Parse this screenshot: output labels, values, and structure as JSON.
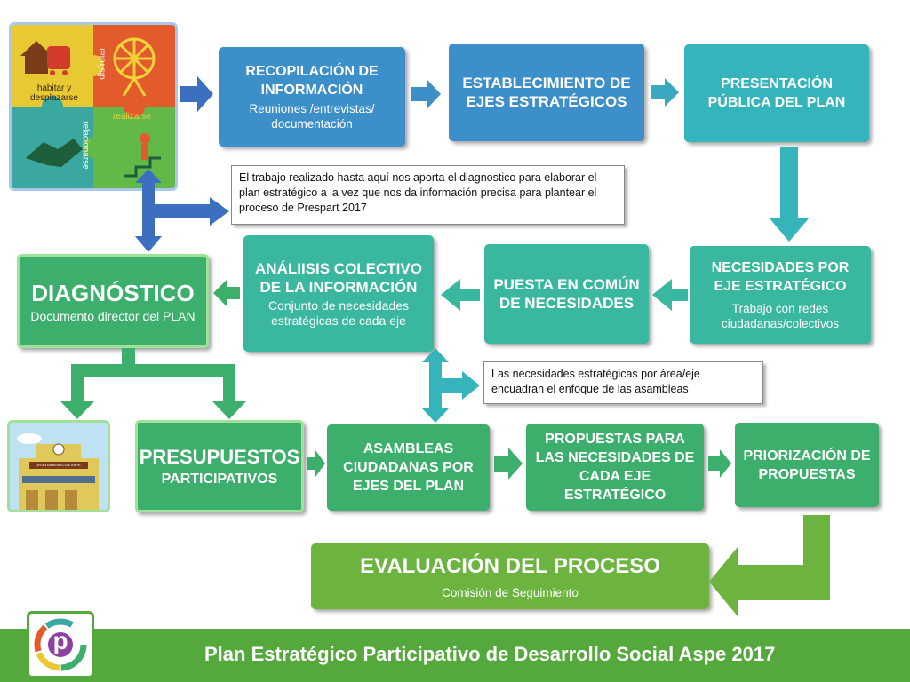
{
  "puzzle": {
    "labels": [
      "habitar y desplazarse",
      "disfrutar",
      "realizarse",
      "relacionarse"
    ],
    "colors": [
      "#e8c933",
      "#e35a2d",
      "#3aa8a0",
      "#63b947",
      "#ffffff"
    ]
  },
  "row1": [
    {
      "title": "RECOPILACIÓN DE INFORMACIÓN",
      "sub": "Reuniones /entrevistas/ documentación"
    },
    {
      "title": "ESTABLECIMIENTO DE EJES ESTRATÉGICOS"
    },
    {
      "title": "PRESENTACIÓN PÚBLICA DEL PLAN"
    }
  ],
  "note1": "El trabajo realizado hasta aquí nos aporta el diagnostico para elaborar el plan estratégico a la vez que nos da información precisa para plantear el proceso de Prespart 2017",
  "row2": {
    "diagnostico": {
      "title": "DIAGNÓSTICO",
      "sub": "Documento director del PLAN"
    },
    "analisis": {
      "title": "ANÁLIISIS COLECTIVO DE LA INFORMACIÓN",
      "sub": "Conjunto de necesidades estratégicas de cada eje"
    },
    "puesta": {
      "title": "PUESTA EN COMÚN DE NECESIDADES"
    },
    "necesidades": {
      "title": "NECESIDADES POR EJE ESTRATÉGICO",
      "sub": "Trabajo con redes ciudadanas/colectivos"
    }
  },
  "note2": "Las necesidades estratégicas por área/eje encuadran el enfoque de las asambleas",
  "townhall": {
    "sign": "AYUNTAMIENTO DE ASPE"
  },
  "row3": {
    "presupuestos": {
      "title": "PRESUPUESTOS",
      "sub": "PARTICIPATIVOS"
    },
    "asambleas": {
      "title": "ASAMBLEAS CIUDADANAS POR EJES DEL PLAN"
    },
    "propuestas": {
      "title": "PROPUESTAS PARA LAS NECESIDADES DE CADA EJE ESTRATÉGICO"
    },
    "priorizacion": {
      "title": "PRIORIZACIÓN DE PROPUESTAS"
    }
  },
  "evaluacion": {
    "title": "EVALUACIÓN DEL PROCESO",
    "sub": "Comisión de Seguimiento"
  },
  "footer": {
    "title": "Plan Estratégico Participativo de Desarrollo Social Aspe 2017"
  },
  "logo": {
    "letter": "p"
  }
}
